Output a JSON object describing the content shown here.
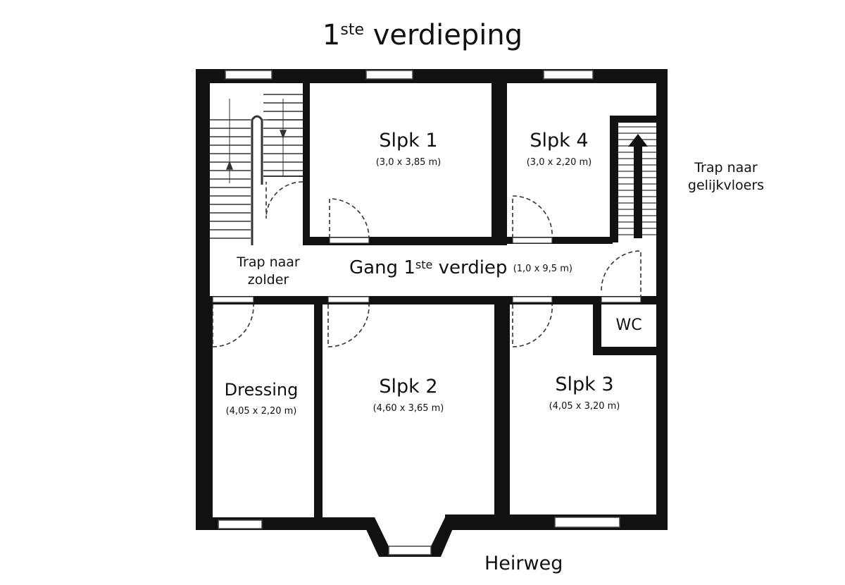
{
  "title": {
    "number": "1",
    "suffix": "ste",
    "word": "verdieping"
  },
  "rooms": {
    "slpk1": {
      "name": "Slpk 1",
      "dims": "(3,0 x 3,85 m)"
    },
    "slpk4": {
      "name": "Slpk 4",
      "dims": "(3,0 x 2,20 m)"
    },
    "slpk2": {
      "name": "Slpk 2",
      "dims": "(4,60 x 3,65 m)"
    },
    "slpk3": {
      "name": "Slpk 3",
      "dims": "(4,05 x 3,20 m)"
    },
    "dressing": {
      "name": "Dressing",
      "dims": "(4,05 x 2,20 m)"
    },
    "wc": {
      "name": "WC"
    }
  },
  "corridor": {
    "name_pre": "Gang 1",
    "suffix": "ste",
    "name_post": " verdiep",
    "dims": "(1,0 x 9,5 m)"
  },
  "stairs": {
    "attic": {
      "line1": "Trap naar",
      "line2": "zolder"
    },
    "ground": {
      "line1": "Trap naar",
      "line2": "gelijkvloers"
    }
  },
  "street": "Heirweg",
  "colors": {
    "wall": "#111111",
    "background": "#ffffff"
  }
}
